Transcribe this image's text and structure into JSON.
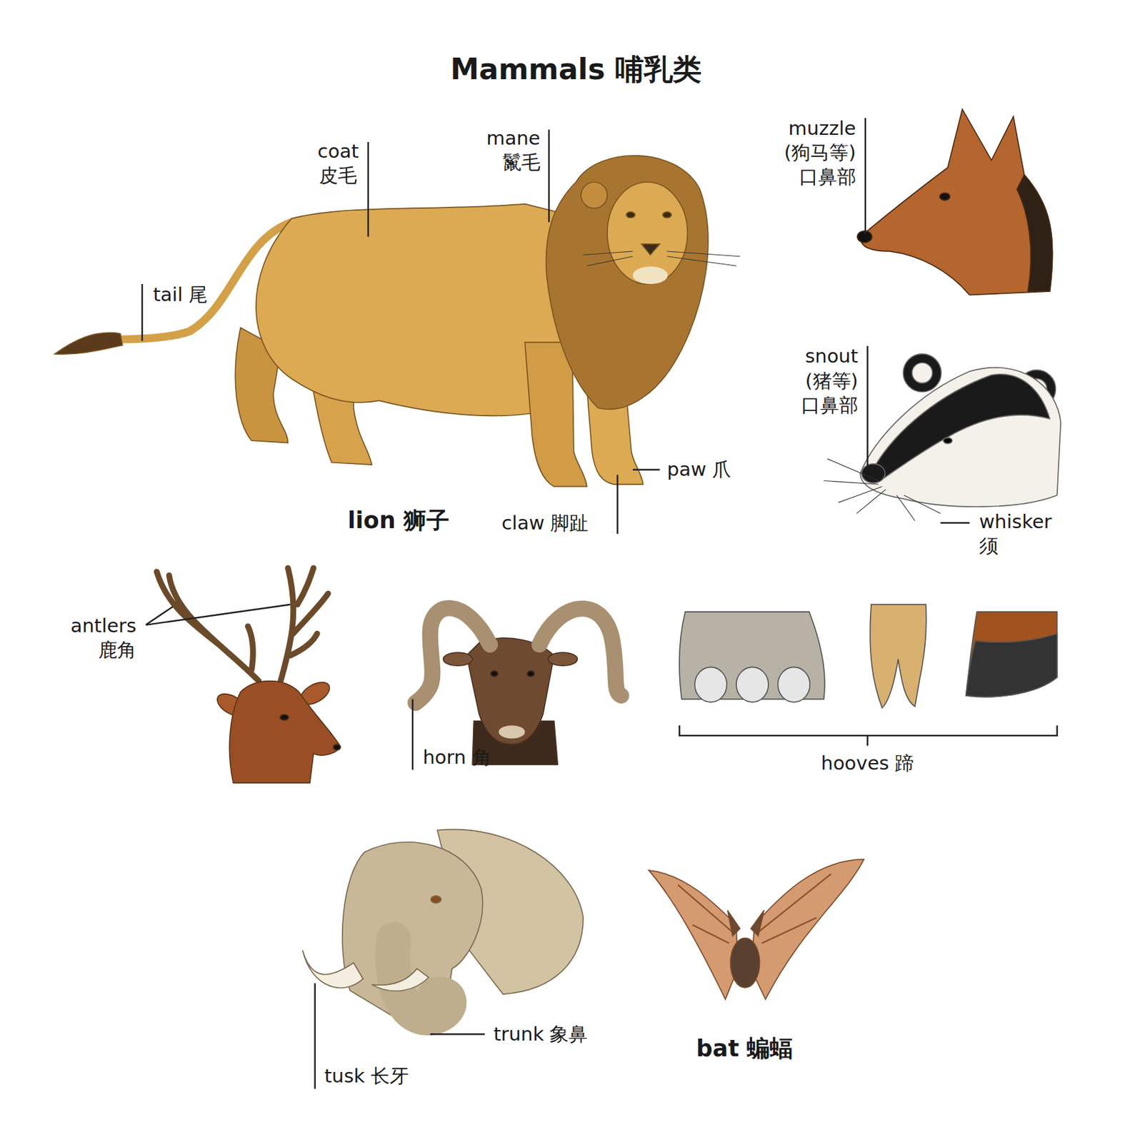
{
  "diagram": {
    "title": "Mammals 哺乳类",
    "labels": [
      "muzzle (狗马等) 口鼻部",
      "mane 鬣毛",
      "coat 皮毛",
      "tail 尾",
      "snout (猪等) 口鼻部",
      "paw 爪",
      "lion 狮子",
      "claw 脚趾",
      "whisker 须",
      "antlers 鹿角",
      "horn 角",
      "hooves 蹄",
      "trunk 象鼻",
      "bat 蝙蝠",
      "tusk 长牙"
    ]
  }
}
